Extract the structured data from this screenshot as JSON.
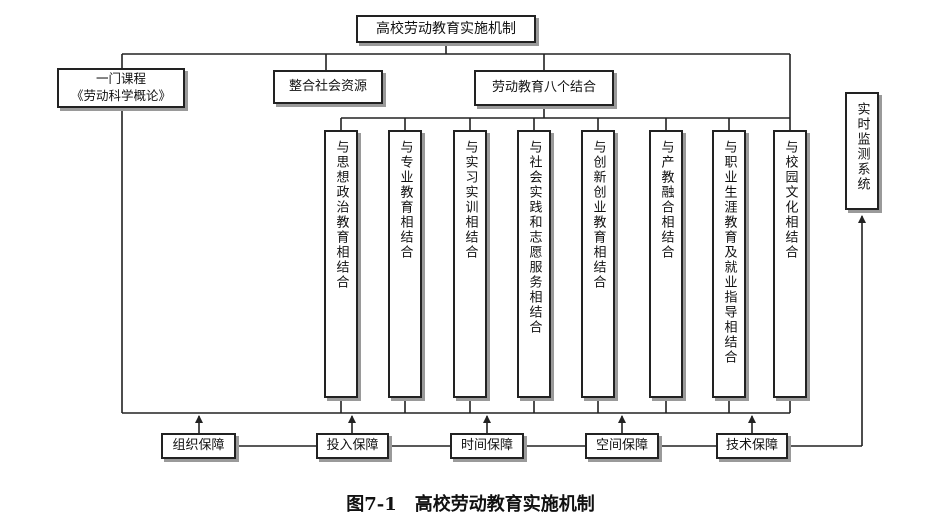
{
  "title": "高校劳动教育实施机制",
  "course": {
    "line1": "一门课程",
    "line2": "《劳动科学概论》"
  },
  "social_resources": "整合社会资源",
  "eight_integrations": {
    "header": "劳动教育八个结合",
    "items": [
      "与思想政治教育相结合",
      "与专业教育相结合",
      "与实习实训相结合",
      "与社会实践和志愿服务相结合",
      "与创新创业教育相结合",
      "与产教融合相结合",
      "与职业生涯教育及就业指导相结合",
      "与校园文化相结合"
    ]
  },
  "monitoring": "实时监测系统",
  "guarantees": [
    "组织保障",
    "投入保障",
    "时间保障",
    "空间保障",
    "技术保障"
  ],
  "caption": "图7-1　高校劳动教育实施机制"
}
